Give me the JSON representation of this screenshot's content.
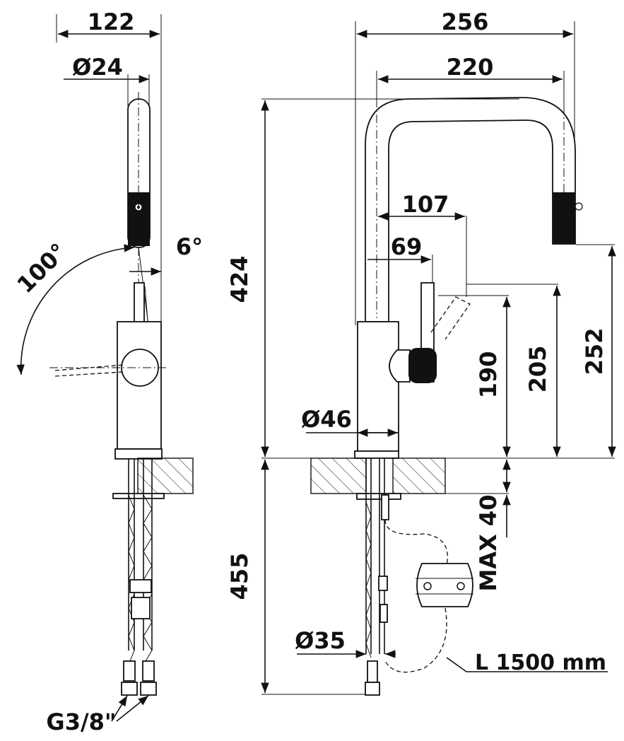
{
  "dimensions": {
    "width_total_side": "122",
    "diameter_spout": "Ø24",
    "angle_rotation": "100°",
    "angle_tilt": "6°",
    "width_total_front": "256",
    "width_spout": "220",
    "height_total": "424",
    "reach_lever_107": "107",
    "reach_lever_69": "69",
    "height_190": "190",
    "height_205": "205",
    "height_252": "252",
    "diameter_body": "Ø46",
    "max_counter": "MAX 40",
    "depth_below": "455",
    "diameter_shank": "Ø35",
    "hose_length": "L 1500 mm",
    "connector_thread": "G3/8\""
  }
}
